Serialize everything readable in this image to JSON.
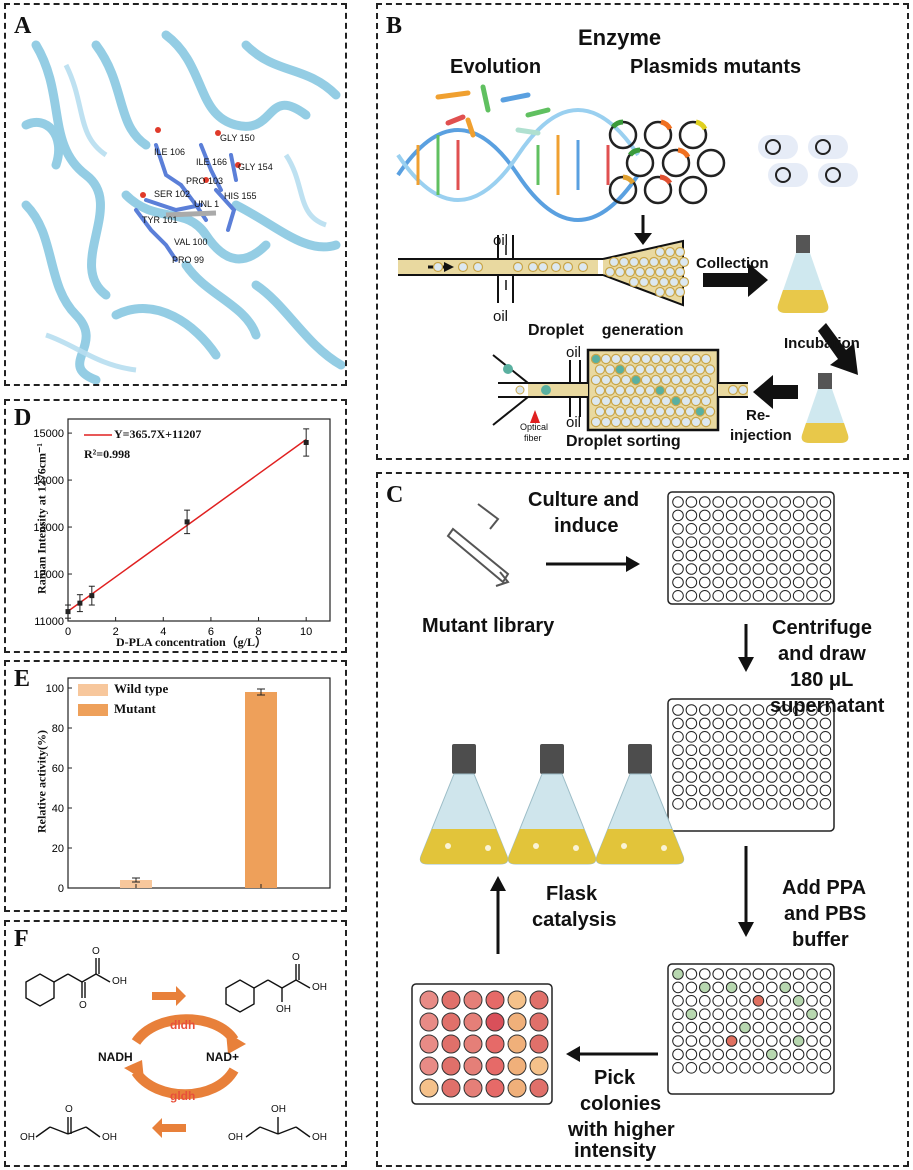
{
  "panels": {
    "A": "A",
    "B": "B",
    "C": "C",
    "D": "D",
    "E": "E",
    "F": "F"
  },
  "panelA": {
    "residues": [
      "GLY 150",
      "ILE 106",
      "ILE 166",
      "GLY 154",
      "PRO 103",
      "SER 102",
      "HIS 155",
      "UNL 1",
      "TYR 101",
      "VAL 100",
      "PRO 99"
    ],
    "colors": {
      "ribbon": "#8fcbe3",
      "residue": "#5b7fd8",
      "oxygen": "#e03a2a"
    }
  },
  "panelB": {
    "title": "Enzyme",
    "evolution": "Evolution",
    "plasmids": "Plasmids mutants",
    "oil1": "oil",
    "oil2": "oil",
    "oil3": "oil",
    "oil4": "oil",
    "droplet_generation": "Droplet    generation",
    "collection": "Collection",
    "incubation": "Incubation",
    "reinjection_1": "Re-",
    "reinjection_2": "injection",
    "optical_fiber_1": "Optical",
    "optical_fiber_2": "fiber",
    "droplet_sorting": "Droplet sorting"
  },
  "panelC": {
    "culture_1": "Culture and",
    "culture_2": "induce",
    "mutant_library": "Mutant library",
    "centrifuge": [
      "Centrifuge",
      "and draw",
      "180 μL",
      "supernatant"
    ],
    "add": [
      "Add PPA",
      "and PBS",
      "buffer"
    ],
    "pick": [
      "Pick",
      "colonies",
      "with higher",
      "intensity"
    ],
    "flask_1": "Flask",
    "flask_2": "catalysis",
    "colors": {
      "plate_well": "#ffffff",
      "hit_green": "#b8d8b0",
      "hit_red": "#e07060"
    }
  },
  "chart_data": [
    {
      "type": "scatter",
      "panel": "D",
      "x": [
        0,
        0.5,
        1,
        5,
        10
      ],
      "y": [
        11200,
        11380,
        11540,
        13110,
        14800
      ],
      "yerr": [
        140,
        180,
        200,
        250,
        290
      ],
      "fit_label": "Y=365.7X+11207",
      "r2_label": "R²=0.998",
      "fit": {
        "slope": 365.7,
        "intercept": 11207
      },
      "xlabel": "D-PLA concentration（g/L）",
      "ylabel": "Raman Intensity at 1276cm⁻¹",
      "xlim": [
        0,
        11
      ],
      "ylim": [
        11000,
        15300
      ],
      "xticks": [
        0,
        2,
        4,
        6,
        8,
        10
      ],
      "yticks": [
        11000,
        12000,
        13000,
        14000,
        15000
      ],
      "colors": {
        "line": "#e02020",
        "marker": "#222222"
      }
    },
    {
      "type": "bar",
      "panel": "E",
      "categories": [
        "Wild type",
        "Mutant"
      ],
      "values": [
        4,
        98
      ],
      "yerr": [
        1,
        1.5
      ],
      "ylabel": "Relative activity(%)",
      "ylim": [
        0,
        105
      ],
      "yticks": [
        0,
        20,
        40,
        60,
        80,
        100
      ],
      "colors": {
        "Wild type": "#f7c79c",
        "Mutant": "#eea05a"
      }
    }
  ],
  "panelF": {
    "dldh": "dldh",
    "gldh": "gldh",
    "nadh": "NADH",
    "nad": "NAD+",
    "oh1": "OH",
    "oh2": "OH",
    "oh3": "OH",
    "oh4": "OH",
    "oh5": "OH",
    "oh6": "OH",
    "oh7": "OH",
    "o1": "O",
    "o2": "O",
    "o3": "O",
    "o4": "O",
    "colors": {
      "arrow": "#e8803a",
      "label": "#e8503a"
    }
  }
}
